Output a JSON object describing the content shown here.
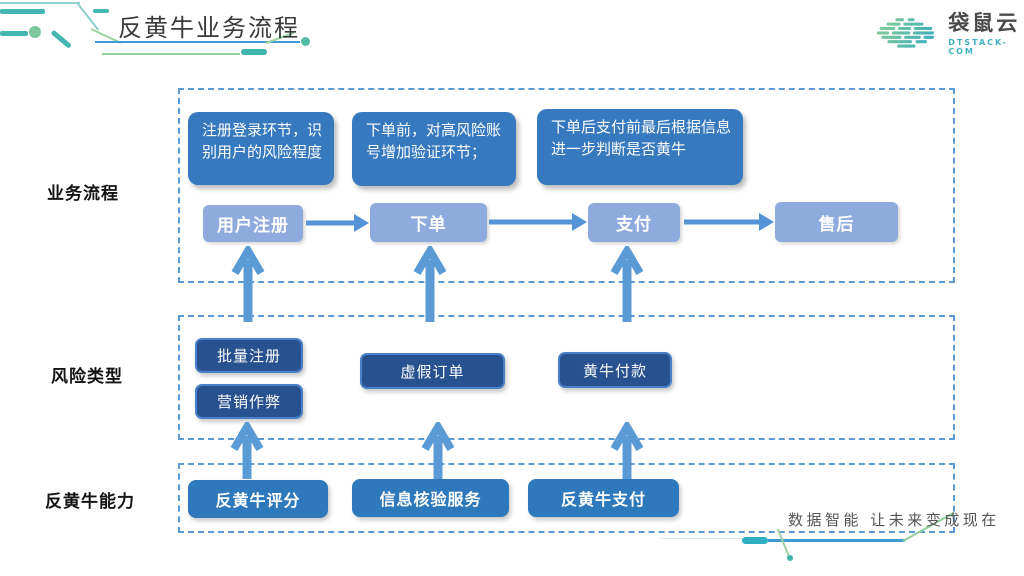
{
  "slide": {
    "title": "反黄牛业务流程",
    "logo": {
      "name": "袋鼠云",
      "domain": "DTSTACK-COM"
    },
    "tagline": "数据智能 让未来变成现在"
  },
  "sections": {
    "business": {
      "label": "业务流程",
      "callouts": [
        "注册登录环节，识别用户的风险程度",
        "下单前，对高风险账号增加验证环节；",
        "下单后支付前最后根据信息进一步判断是否黄牛"
      ],
      "steps": [
        "用户注册",
        "下单",
        "支付",
        "售后"
      ]
    },
    "risk": {
      "label": "风险类型",
      "items": [
        "批量注册",
        "营销作弊",
        "虚假订单",
        "黄牛付款"
      ]
    },
    "capability": {
      "label": "反黄牛能力",
      "items": [
        "反黄牛评分",
        "信息核验服务",
        "反黄牛支付"
      ]
    }
  },
  "colors": {
    "container_border": "#5B9BD5",
    "callout_fill": "#3779BE",
    "step_fill": "#8FAADC",
    "risk_fill": "#27518F",
    "risk_border": "#4A80C8",
    "capability_fill": "#2E78BC",
    "arrow": "#5B9BD5",
    "accent_teal": "#45B6B1",
    "accent_green": "#8ED08C",
    "accent_blue_line": "#3E9CD2",
    "logo_teal": "#3FB3C3"
  }
}
